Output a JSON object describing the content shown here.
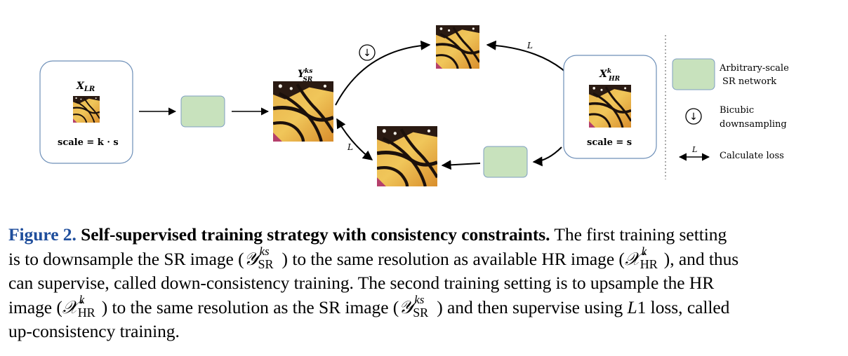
{
  "figure": {
    "lr_box": {
      "label_main": "X",
      "label_sub": "LR",
      "scale_text": "scale = k · s"
    },
    "sr_label": {
      "main": "Y",
      "sup": "ks",
      "sub": "SR"
    },
    "hr_box": {
      "label_main": "X",
      "label_sup": "k",
      "label_sub": "HR",
      "scale_text": "scale = s"
    },
    "loss_label_top": "L",
    "loss_label_bottom": "L",
    "downsample_glyph": "↓"
  },
  "legend": {
    "network_line1": "Arbitrary-scale",
    "network_line2": "SR network",
    "bicubic_line1": "Bicubic",
    "bicubic_line2": "downsampling",
    "loss_symbol": "L",
    "loss_label": "Calculate loss"
  },
  "caption": {
    "fig_number": "Figure 2.",
    "title": "Self-supervised training strategy with consistency constraints.",
    "t1": " The first training setting",
    "t2": "is to downsample the SR image (",
    "sym_sr": "𝒴",
    "sup_ks": "ks",
    "sub_sr": "SR",
    "t3": ") to the same resolution as available HR image (",
    "sym_hr": "𝒳",
    "sup_k": "k",
    "sub_hr": "HR",
    "t4": "), and thus",
    "t5": "can supervise, called down-consistency training. The second training setting is to upsample the HR",
    "t6": "image (",
    "t7": ") to the same resolution as the SR image (",
    "t8": ") and then supervise using ",
    "l1_L": "L",
    "l1_rest": "1 loss, called",
    "t9": "up-consistency training."
  },
  "colors": {
    "network_fill": "#c8e2bd",
    "network_stroke": "#7f9fc2",
    "box_stroke": "#6d8fb8",
    "caption_blue": "#1f4e9c"
  }
}
